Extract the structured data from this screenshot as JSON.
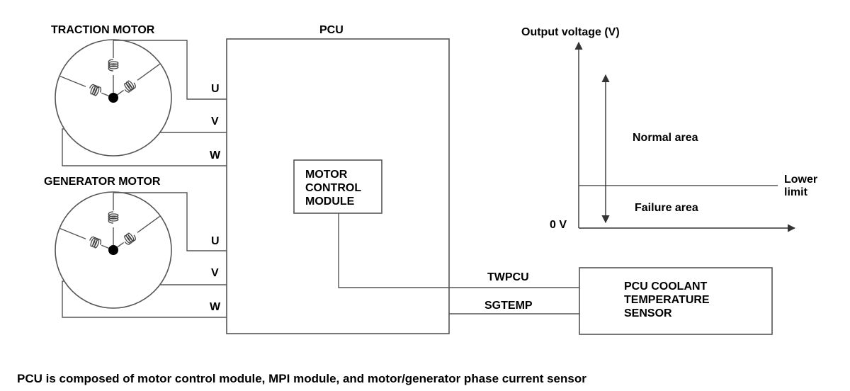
{
  "labels": {
    "traction_motor": "TRACTION MOTOR",
    "generator_motor": "GENERATOR MOTOR",
    "pcu": "PCU",
    "motor_control_module": [
      "MOTOR",
      "CONTROL",
      "MODULE"
    ],
    "traction_phases": [
      "U",
      "V",
      "W"
    ],
    "generator_phases": [
      "U",
      "V",
      "W"
    ],
    "signal_twpcu": "TWPCU",
    "signal_sgtemp": "SGTEMP",
    "coolant_sensor": [
      "PCU COOLANT",
      "TEMPERATURE",
      "SENSOR"
    ]
  },
  "graph": {
    "y_axis_label": "Output voltage (V)",
    "normal_area": "Normal area",
    "failure_area": "Failure area",
    "lower_limit": [
      "Lower",
      "limit"
    ],
    "zero_label": "0 V"
  },
  "caption": "PCU is composed of motor control module, MPI module, and motor/generator phase current sensor"
}
